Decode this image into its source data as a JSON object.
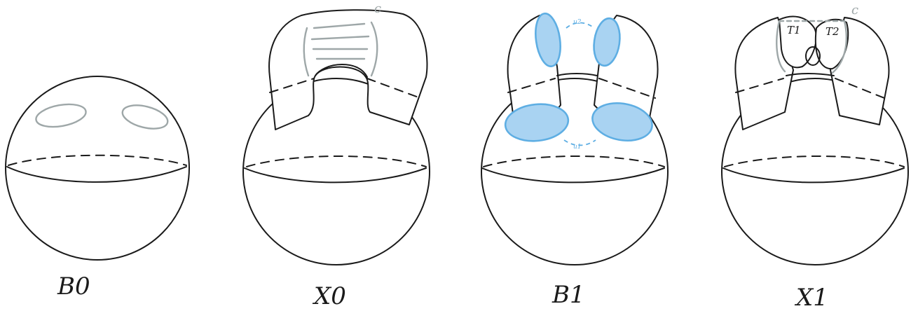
{
  "panels": [
    {
      "id": "B0",
      "label": "B0"
    },
    {
      "id": "X0",
      "label": "X0",
      "annotation": "c"
    },
    {
      "id": "B1",
      "label": "B1",
      "annotation_top": "u2",
      "annotation_bottom": "u1"
    },
    {
      "id": "X1",
      "label": "X1",
      "annotation": "c",
      "tori": [
        "T1",
        "T2"
      ]
    }
  ],
  "colors": {
    "ink": "#1a1a1a",
    "curve": "#9ea7a8",
    "disc_fill": "#a9d3f2",
    "disc_stroke": "#5eaee3"
  }
}
